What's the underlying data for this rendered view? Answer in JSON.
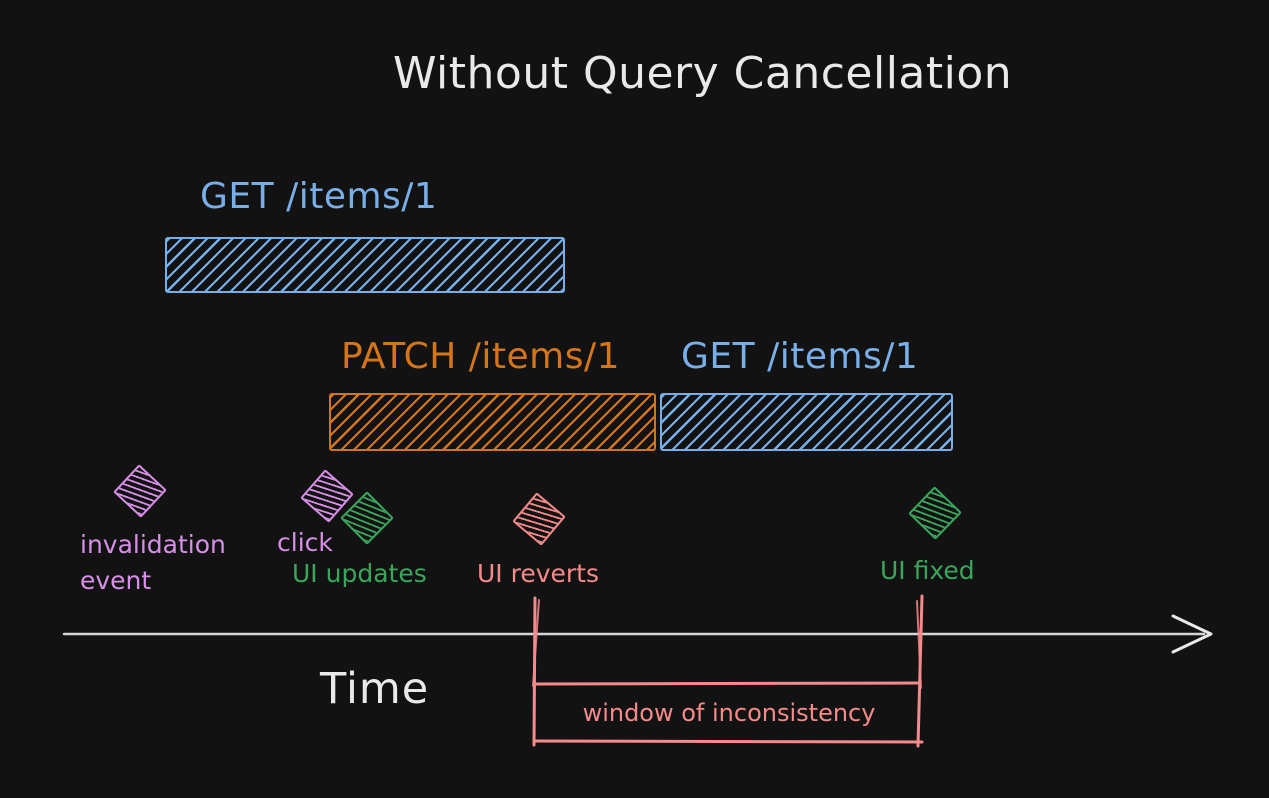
{
  "title": "Without Query Cancellation",
  "requests": {
    "get1": {
      "label": "GET /items/1"
    },
    "patch": {
      "label": "PATCH /items/1"
    },
    "get2": {
      "label": "GET /items/1"
    }
  },
  "events": {
    "invalidation": {
      "label": "invalidation event"
    },
    "click": {
      "label": "click"
    },
    "ui_updates": {
      "label": "UI updates"
    },
    "ui_reverts": {
      "label": "UI reverts"
    },
    "ui_fixed": {
      "label": "UI fixed"
    }
  },
  "timeline": {
    "label": "Time"
  },
  "annotation": {
    "label": "window of inconsistency"
  },
  "colors": {
    "background": "#121212",
    "white": "#e9e9e9",
    "blue": "#78afe8",
    "orange": "#d4751a",
    "purple": "#d78fe8",
    "green": "#3aa65c",
    "red": "#f58a8a",
    "timeline": "#d6d6d6"
  }
}
